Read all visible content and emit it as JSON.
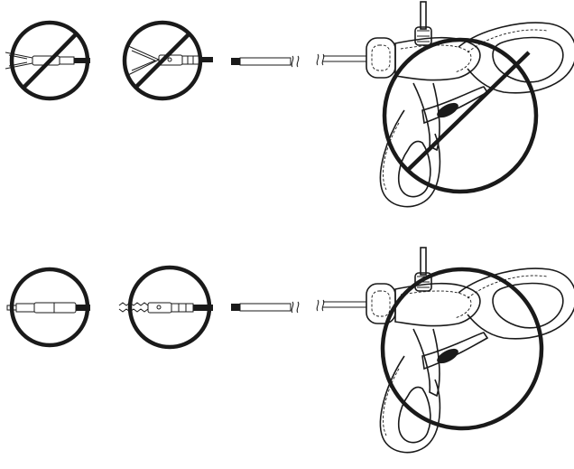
{
  "figure": {
    "background": "#ffffff",
    "ink": "#1a1a1a",
    "rows": [
      {
        "id": "incorrect-assembly",
        "marker": "prohibited",
        "parts": [
          "jaw-insert-open",
          "jaw-insert-with-hinge",
          "shaft",
          "handle-with-ratchet"
        ]
      },
      {
        "id": "correct-assembly",
        "marker": "approved",
        "parts": [
          "jaw-insert-closed",
          "jaw-insert-serrated",
          "shaft",
          "handle-with-ratchet"
        ]
      }
    ],
    "icons": {
      "prohibited": "no-entry-circle-slash-icon",
      "approved": "plain-circle-icon",
      "break": "shaft-break-icon"
    }
  }
}
